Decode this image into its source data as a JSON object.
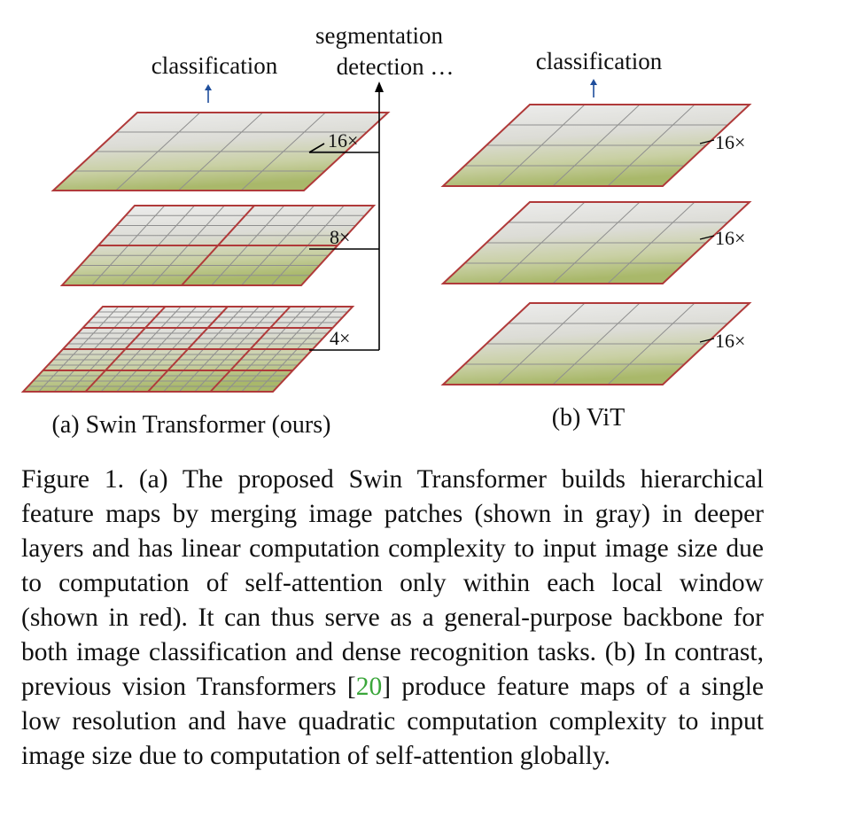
{
  "figure": {
    "left": {
      "top_label": "classification",
      "side_label_line1": "segmentation",
      "side_label_line2": "detection …",
      "scales": [
        "16×",
        "8×",
        "4×"
      ],
      "caption": "(a) Swin Transformer (ours)"
    },
    "right": {
      "top_label": "classification",
      "scales": [
        "16×",
        "16×",
        "16×"
      ],
      "caption": "(b) ViT"
    },
    "colors": {
      "window_border": "#b03a3a",
      "patch_grid": "#8f8f8f",
      "arrow": "#1f4e9c",
      "leader": "#000000"
    }
  },
  "caption": {
    "prefix": "Figure 1. (a) The proposed Swin Transformer builds hierarchical feature maps by merging image patches (shown in gray) in deeper layers and has linear computation complexity to input image size due to computation of self-attention only within each local window (shown in red). It can thus serve as a general-purpose backbone for both image classification and dense recognition tasks. (b) In contrast, previous vision Transformers [",
    "ref": "20",
    "suffix": "] produce feature maps of a single low resolution and have quadratic computation complexity to input image size due to computation of self-attention globally."
  }
}
